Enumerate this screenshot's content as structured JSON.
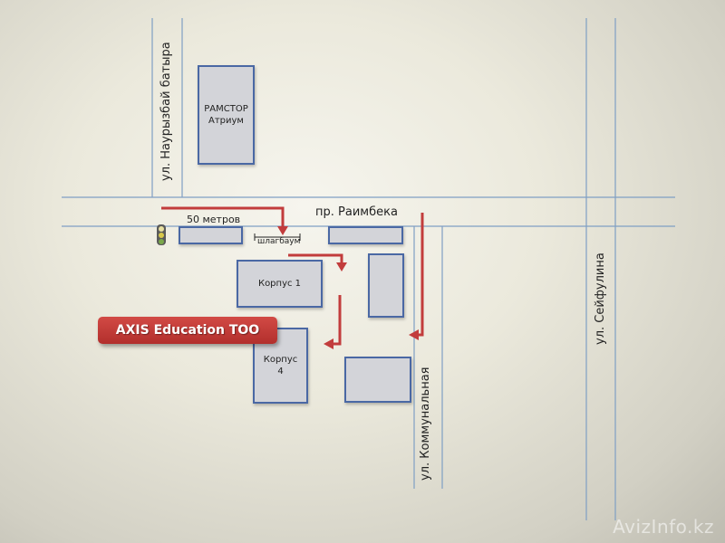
{
  "streets": {
    "nauryzbay": "ул. Наурызбай батыра",
    "raimbek": "пр. Раимбека",
    "kommunalnaya": "ул. Коммунальная",
    "seifullin": "ул. Сейфулина"
  },
  "labels": {
    "distance": "50 метров",
    "barrier": "шлагбаум"
  },
  "buildings": {
    "ramstor_line1": "РАМСТОР",
    "ramstor_line2": "Атриум",
    "korpus1": "Корпус 1",
    "korpus4_line1": "Корпус",
    "korpus4_line2": "4"
  },
  "callout": "AXIS Education TOO",
  "watermark": "AvizInfo.kz",
  "colors": {
    "road": "#7f9fc4",
    "arrow": "#c23c3c",
    "building_fill": "#d3d4d9",
    "building_border": "#4a68a4",
    "traffic_light_red": "#e8e0a0",
    "traffic_light_yellow": "#d8c84a",
    "traffic_light_green": "#7aa84a"
  }
}
